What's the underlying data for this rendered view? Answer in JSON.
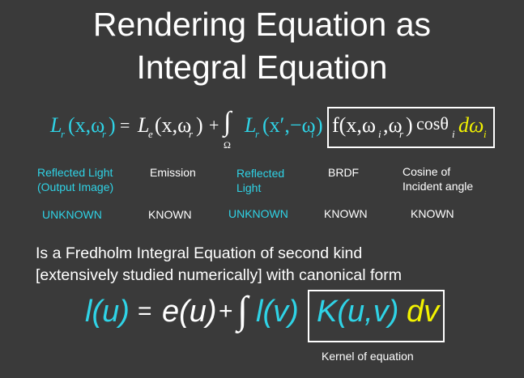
{
  "title": {
    "line1": "Rendering Equation as",
    "line2": "Integral Equation"
  },
  "rendering_equation": {
    "Lr": "L",
    "r_sub": "r",
    "args1": "(x,ω",
    "args1_sub": "r",
    "args1_close": ")",
    "eq": "=",
    "Le": "L",
    "e_sub": "e",
    "args2": "(x,ω",
    "args2_sub": "r",
    "args2_close": ")",
    "plus": "+",
    "integral": "∫",
    "omega": "Ω",
    "Lr2": "L",
    "r2_sub": "r",
    "args3": "(x′,−ω",
    "args3_sub": "i",
    "args3_close": ")",
    "brdf": "f(x,ω",
    "brdf_sub1": "i",
    "brdf_mid": ",ω",
    "brdf_sub2": "r",
    "brdf_close": ")",
    "cos": "cosθ",
    "cos_sub": "i",
    "domega": "dω",
    "domega_sub": "i"
  },
  "labels": {
    "reflected_light": "Reflected Light",
    "output_image": "(Output Image)",
    "emission": "Emission",
    "reflected": "Reflected",
    "light": "Light",
    "brdf": "BRDF",
    "cosine_of": "Cosine of",
    "incident_angle": "Incident angle"
  },
  "status": {
    "s1": "UNKNOWN",
    "s2": "KNOWN",
    "s3": "UNKNOWN",
    "s4": "KNOWN",
    "s5": "KNOWN"
  },
  "description": {
    "line1": "Is a Fredholm Integral Equation of second kind",
    "line2": "[extensively studied numerically] with canonical form"
  },
  "canonical_equation": {
    "lhs": "l(u)",
    "eq": "=",
    "e": "e(u)",
    "plus": "+",
    "integral": "∫",
    "lv": "l(v)",
    "kernel": "K(u,v)",
    "dv": "dv"
  },
  "kernel_label": "Kernel of equation",
  "colors": {
    "background": "#3a3a3a",
    "cyan": "#2fd3e6",
    "yellow": "#f2f200",
    "white": "#ffffff"
  }
}
